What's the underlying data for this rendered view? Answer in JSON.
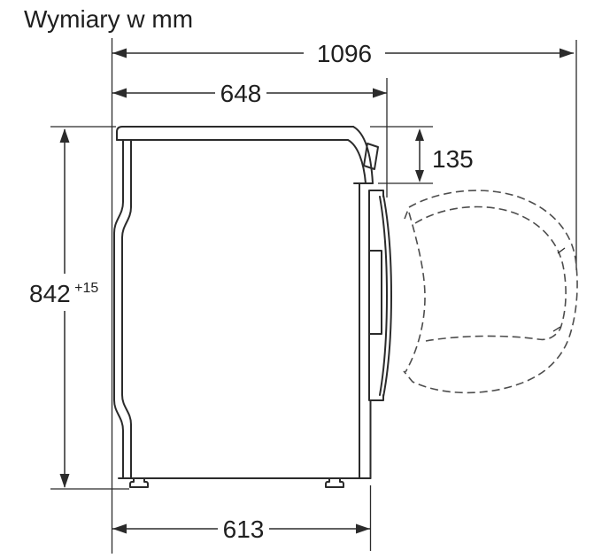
{
  "title": "Wymiary w mm",
  "dimensions": {
    "depth_total_open_door": {
      "label": "1096"
    },
    "depth_with_door": {
      "label": "648"
    },
    "height": {
      "label": "842",
      "tolerance": "+15"
    },
    "top_to_door": {
      "label": "135"
    },
    "depth_body": {
      "label": "613"
    }
  },
  "colors": {
    "line": "#2b2b2b",
    "dashed_line": "#4d4d4d",
    "text": "#1f1f1f",
    "background": "#ffffff"
  }
}
